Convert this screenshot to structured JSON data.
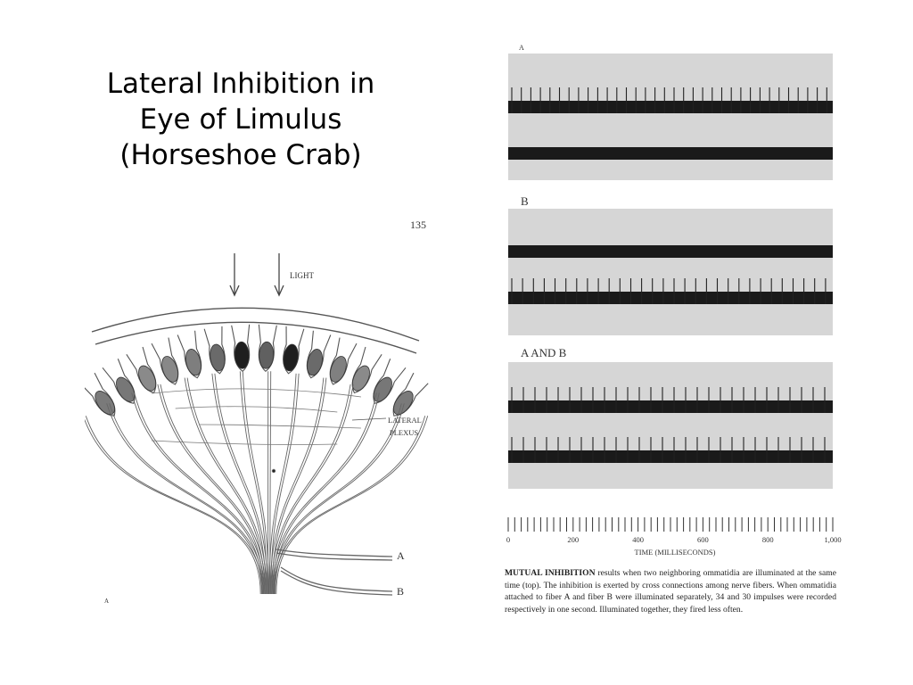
{
  "slide": {
    "title_lines": [
      "Lateral Inhibition in",
      "Eye of Limulus",
      "(Horseshoe Crab)"
    ]
  },
  "eye_figure": {
    "page_number": "135",
    "light_label": "LIGHT",
    "plexus_label_1": "LATERAL",
    "plexus_label_2": "PLEXUS",
    "fiber_a": "A",
    "fiber_b": "B",
    "corner_mark": "A"
  },
  "recordings": {
    "panel_top_label": "A",
    "panel_b_label": "B",
    "panel_ab_label": "A AND B",
    "panels": [
      {
        "upper_trace_impulses_per_sec": 34,
        "lower_trace": "solid"
      },
      {
        "upper_trace": "solid",
        "lower_trace_impulses_per_sec": 30
      },
      {
        "upper_trace_impulses_per_sec": 28,
        "lower_trace_impulses_per_sec": 28
      }
    ],
    "time_axis": {
      "ticks": [
        "0",
        "200",
        "400",
        "600",
        "800",
        "1,000"
      ],
      "label": "TIME (MILLISECONDS)"
    },
    "caption": {
      "lead": "MUTUAL INHIBITION",
      "body": "results when two neighboring ommatidia are illuminated at the same time (top). The inhibition is exerted by cross connections among nerve fibers. When ommatidia attached to fiber A and fiber B were illuminated separately, 34 and 30 impulses were recorded respectively in one second. Illuminated together, they fired less often."
    }
  }
}
